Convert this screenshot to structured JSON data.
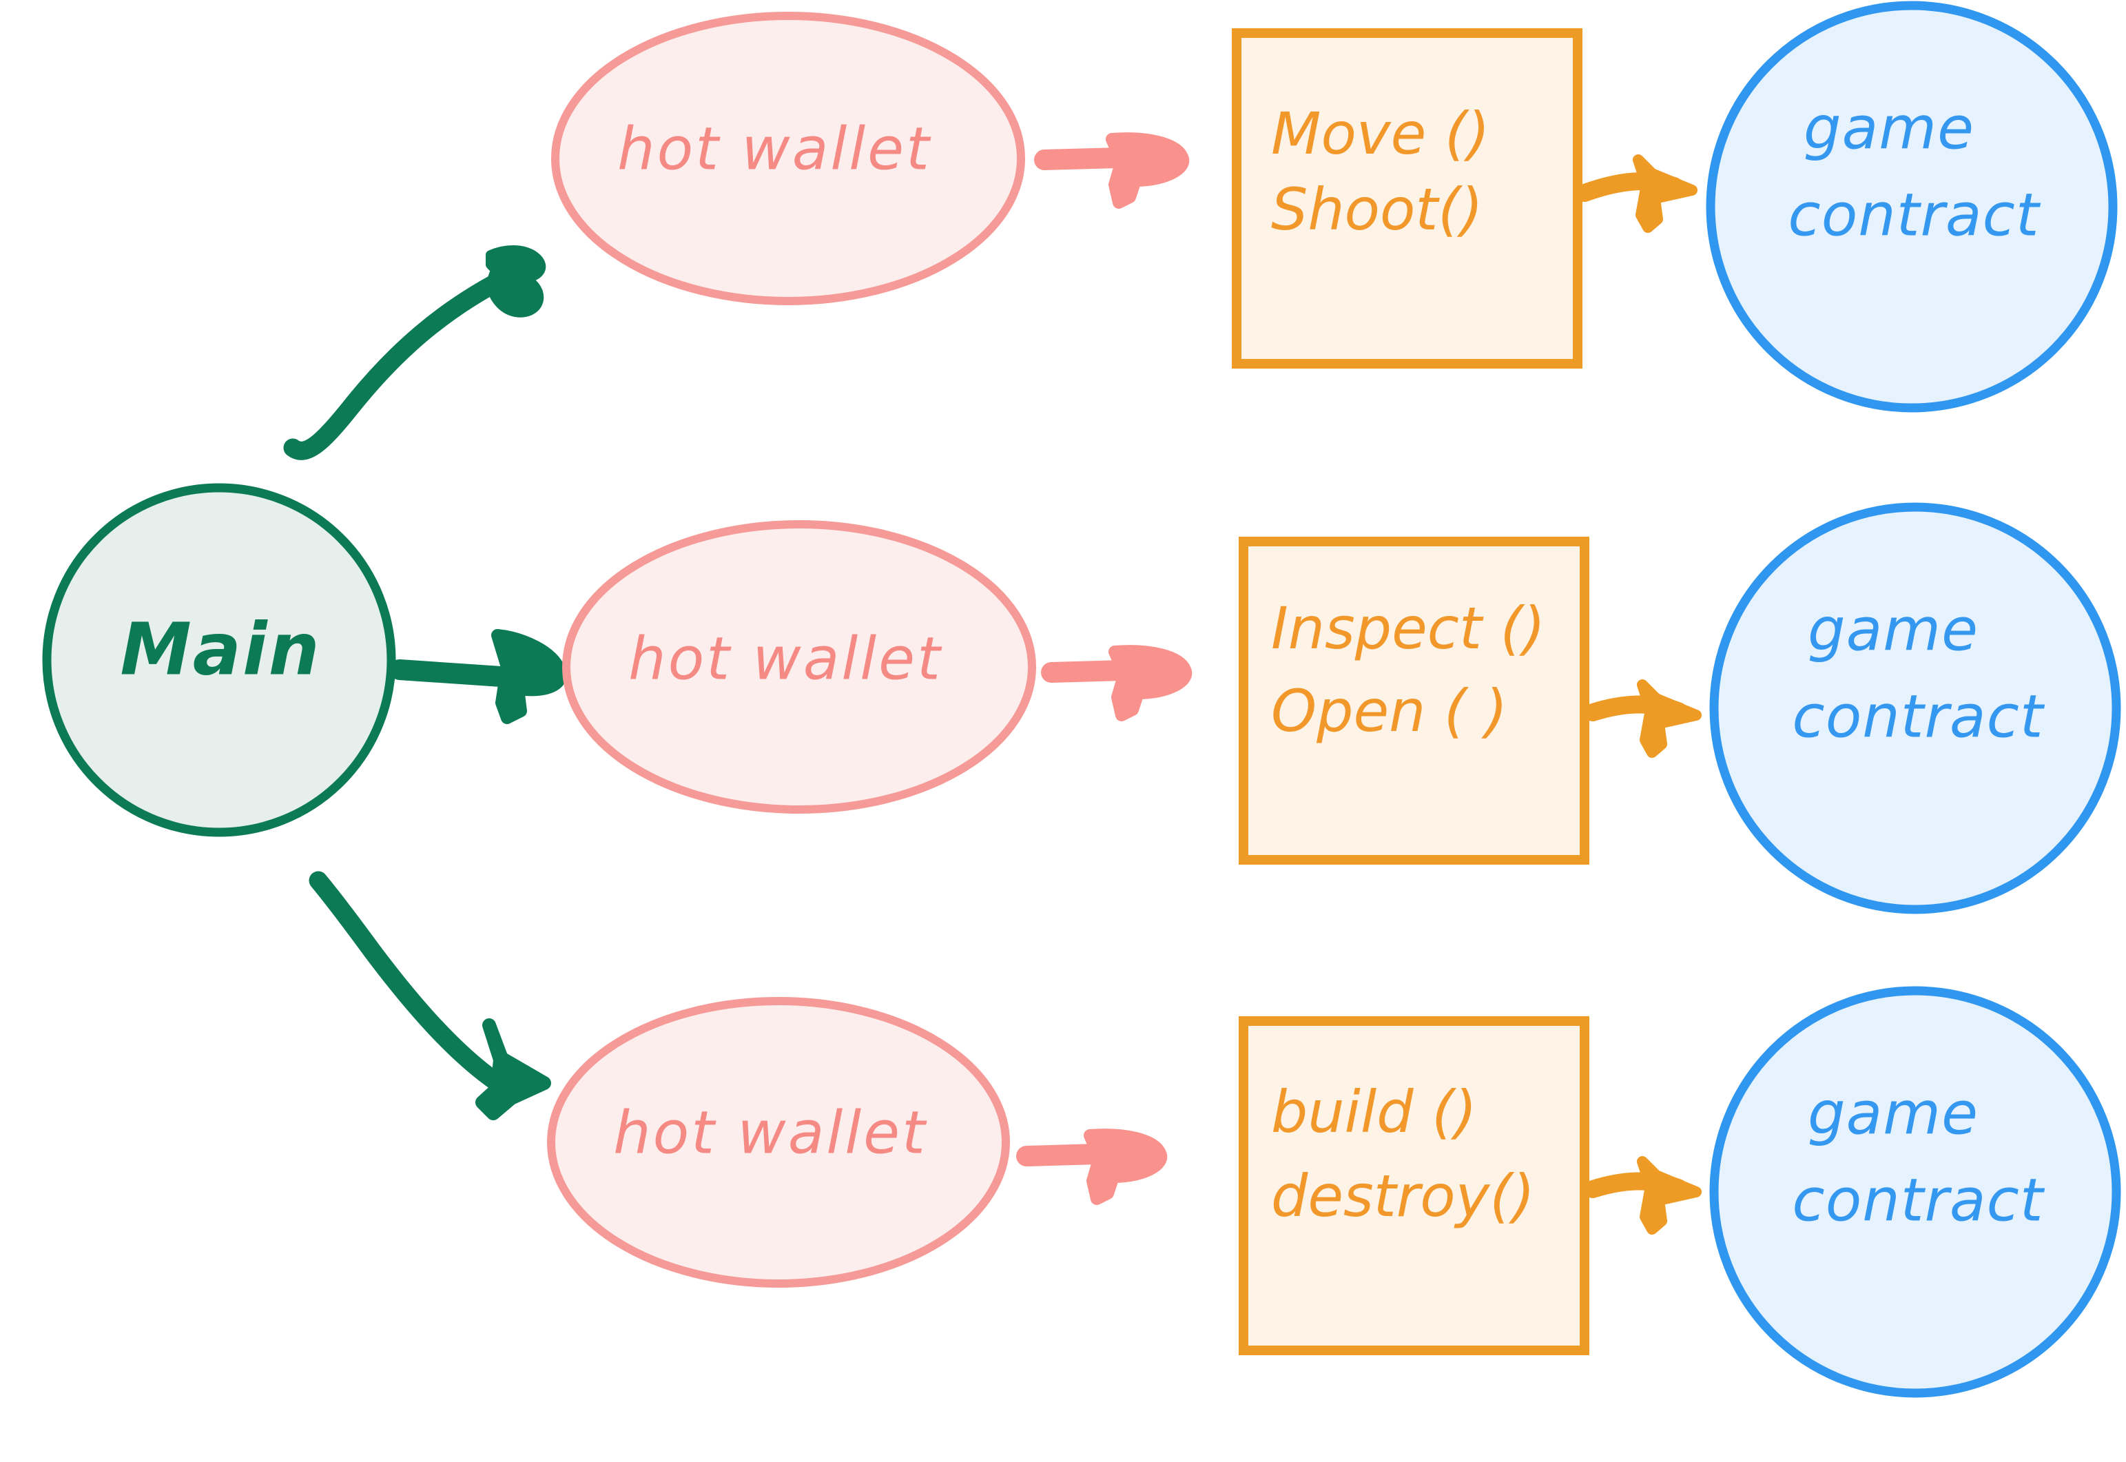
{
  "diagram": {
    "title": "hot wallet to game contract flow",
    "background_color": "#ffffff",
    "colors": {
      "green_stroke": "#0c7a55",
      "green_fill": "#e6efec",
      "pink_stroke": "#f59a96",
      "pink_fill": "#fdeeee",
      "pink_arrow": "#f9918c",
      "orange_stroke": "#ee9b25",
      "orange_fill": "#fdf3e7",
      "orange_text": "#f2982b",
      "blue_stroke": "#2f97f0",
      "blue_fill": "#e6f2fd",
      "blue_text": "#3498f0"
    },
    "nodes": {
      "main": {
        "label": "Main",
        "shape": "circle",
        "color": "green"
      },
      "wallets": [
        {
          "label": "hot wallet",
          "shape": "ellipse",
          "color": "pink"
        },
        {
          "label": "hot wallet",
          "shape": "ellipse",
          "color": "pink"
        },
        {
          "label": "hot wallet",
          "shape": "ellipse",
          "color": "pink"
        }
      ],
      "method_boxes": [
        {
          "lines": [
            "Move ()",
            "Shoot()"
          ],
          "shape": "rectangle",
          "color": "orange"
        },
        {
          "lines": [
            "Inspect ()",
            "Open ( )"
          ],
          "shape": "rectangle",
          "color": "orange"
        },
        {
          "lines": [
            "build ()",
            "destroy()"
          ],
          "shape": "rectangle",
          "color": "orange"
        }
      ],
      "contracts": [
        {
          "lines": [
            "game",
            "contract"
          ],
          "shape": "circle",
          "color": "blue"
        },
        {
          "lines": [
            "game",
            "contract"
          ],
          "shape": "circle",
          "color": "blue"
        },
        {
          "lines": [
            "game",
            "contract"
          ],
          "shape": "circle",
          "color": "blue"
        }
      ]
    },
    "edges": [
      {
        "from": "main",
        "to": "wallet-1",
        "style": "curved-up",
        "color": "green"
      },
      {
        "from": "main",
        "to": "wallet-2",
        "style": "straight",
        "color": "green"
      },
      {
        "from": "main",
        "to": "wallet-3",
        "style": "curved-down",
        "color": "green"
      },
      {
        "from": "wallet-1",
        "to": "box-1",
        "style": "straight",
        "color": "pink"
      },
      {
        "from": "wallet-2",
        "to": "box-2",
        "style": "straight",
        "color": "pink"
      },
      {
        "from": "wallet-3",
        "to": "box-3",
        "style": "straight",
        "color": "pink"
      },
      {
        "from": "box-1",
        "to": "contract-1",
        "style": "straight",
        "color": "orange"
      },
      {
        "from": "box-2",
        "to": "contract-2",
        "style": "straight",
        "color": "orange"
      },
      {
        "from": "box-3",
        "to": "contract-3",
        "style": "straight",
        "color": "orange"
      }
    ]
  }
}
